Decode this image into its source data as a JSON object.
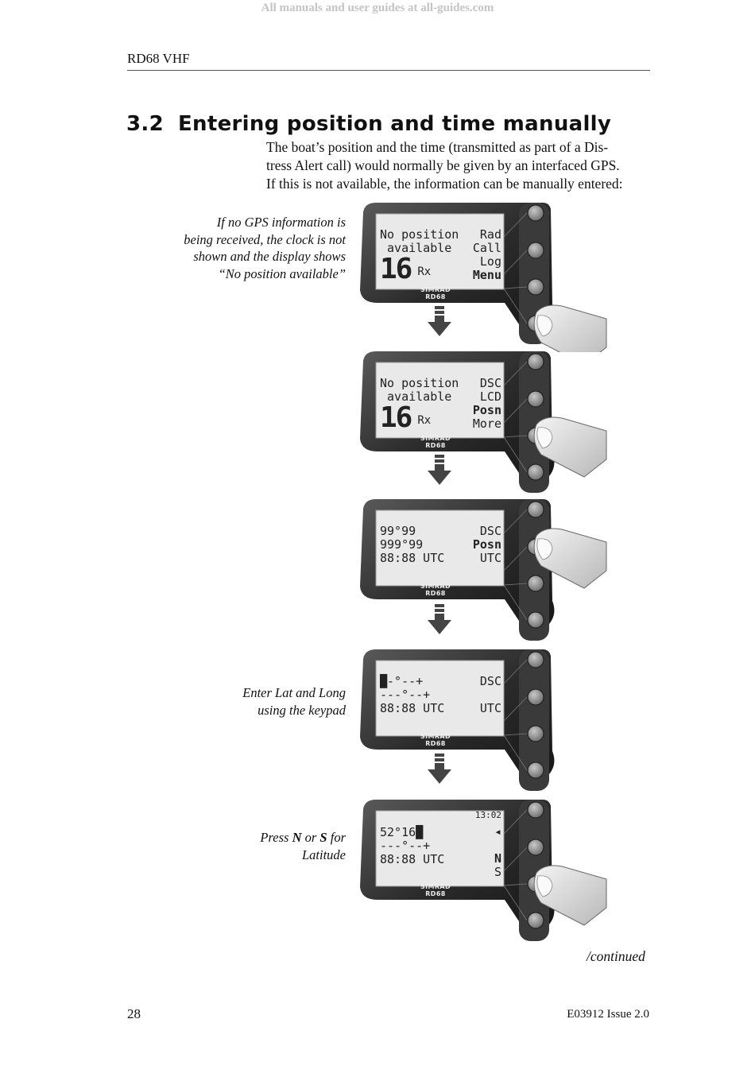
{
  "watermark": "All manuals and user guides at all-guides.com",
  "header": {
    "running_title": "RD68 VHF"
  },
  "section": {
    "number": "3.2",
    "title": "Entering position and time manually",
    "intro_lines": [
      "The boat’s position and the time (transmitted as part of a Dis-",
      "tress Alert call) would normally be given by an interfaced GPS.",
      "If this is not available, the information can be manually entered:"
    ]
  },
  "captions": {
    "no_gps": [
      "If no GPS information is",
      "being received, the clock is not",
      "shown and the display shows",
      "“No position available”"
    ],
    "enter_lat_long": [
      "Enter Lat and Long",
      "using the keypad"
    ],
    "press_ns": {
      "before": "Press ",
      "n": "N",
      "or": " or ",
      "s": "S",
      "after": "  for",
      "line2": "Latitude"
    }
  },
  "devices": [
    {
      "brand": "SIMRAD RD68",
      "left_lines": [
        "No position",
        " available"
      ],
      "channel": "16",
      "status": "Rx",
      "softkeys": [
        "Rad",
        "Call",
        "Log",
        "Menu"
      ],
      "pressed_key": 4
    },
    {
      "brand": "SIMRAD RD68",
      "left_lines": [
        "No position",
        " available"
      ],
      "channel": "16",
      "status": "Rx",
      "softkeys": [
        "DSC",
        "LCD",
        "Posn",
        "More"
      ],
      "pressed_key": 3
    },
    {
      "brand": "SIMRAD RD68",
      "left_lines": [
        "99°99",
        "999°99",
        "88:88 UTC"
      ],
      "softkeys": [
        "DSC",
        "Posn",
        "UTC"
      ],
      "pressed_key": 2
    },
    {
      "brand": "SIMRAD RD68",
      "left_lines": [
        "█-°--+",
        "---°--+",
        "88:88 UTC"
      ],
      "softkeys": [
        "DSC",
        "",
        "UTC"
      ]
    },
    {
      "brand": "SIMRAD RD68",
      "clock": "13:02",
      "left_lines": [
        "52°16█",
        "---°--+",
        "88:88 UTC"
      ],
      "softkeys": [
        "◂",
        "",
        "N",
        "S"
      ],
      "pressed_key": 3
    }
  ],
  "footer": {
    "continued": "/continued",
    "page_number": "28",
    "doc_code": "E03912  Issue 2.0"
  }
}
